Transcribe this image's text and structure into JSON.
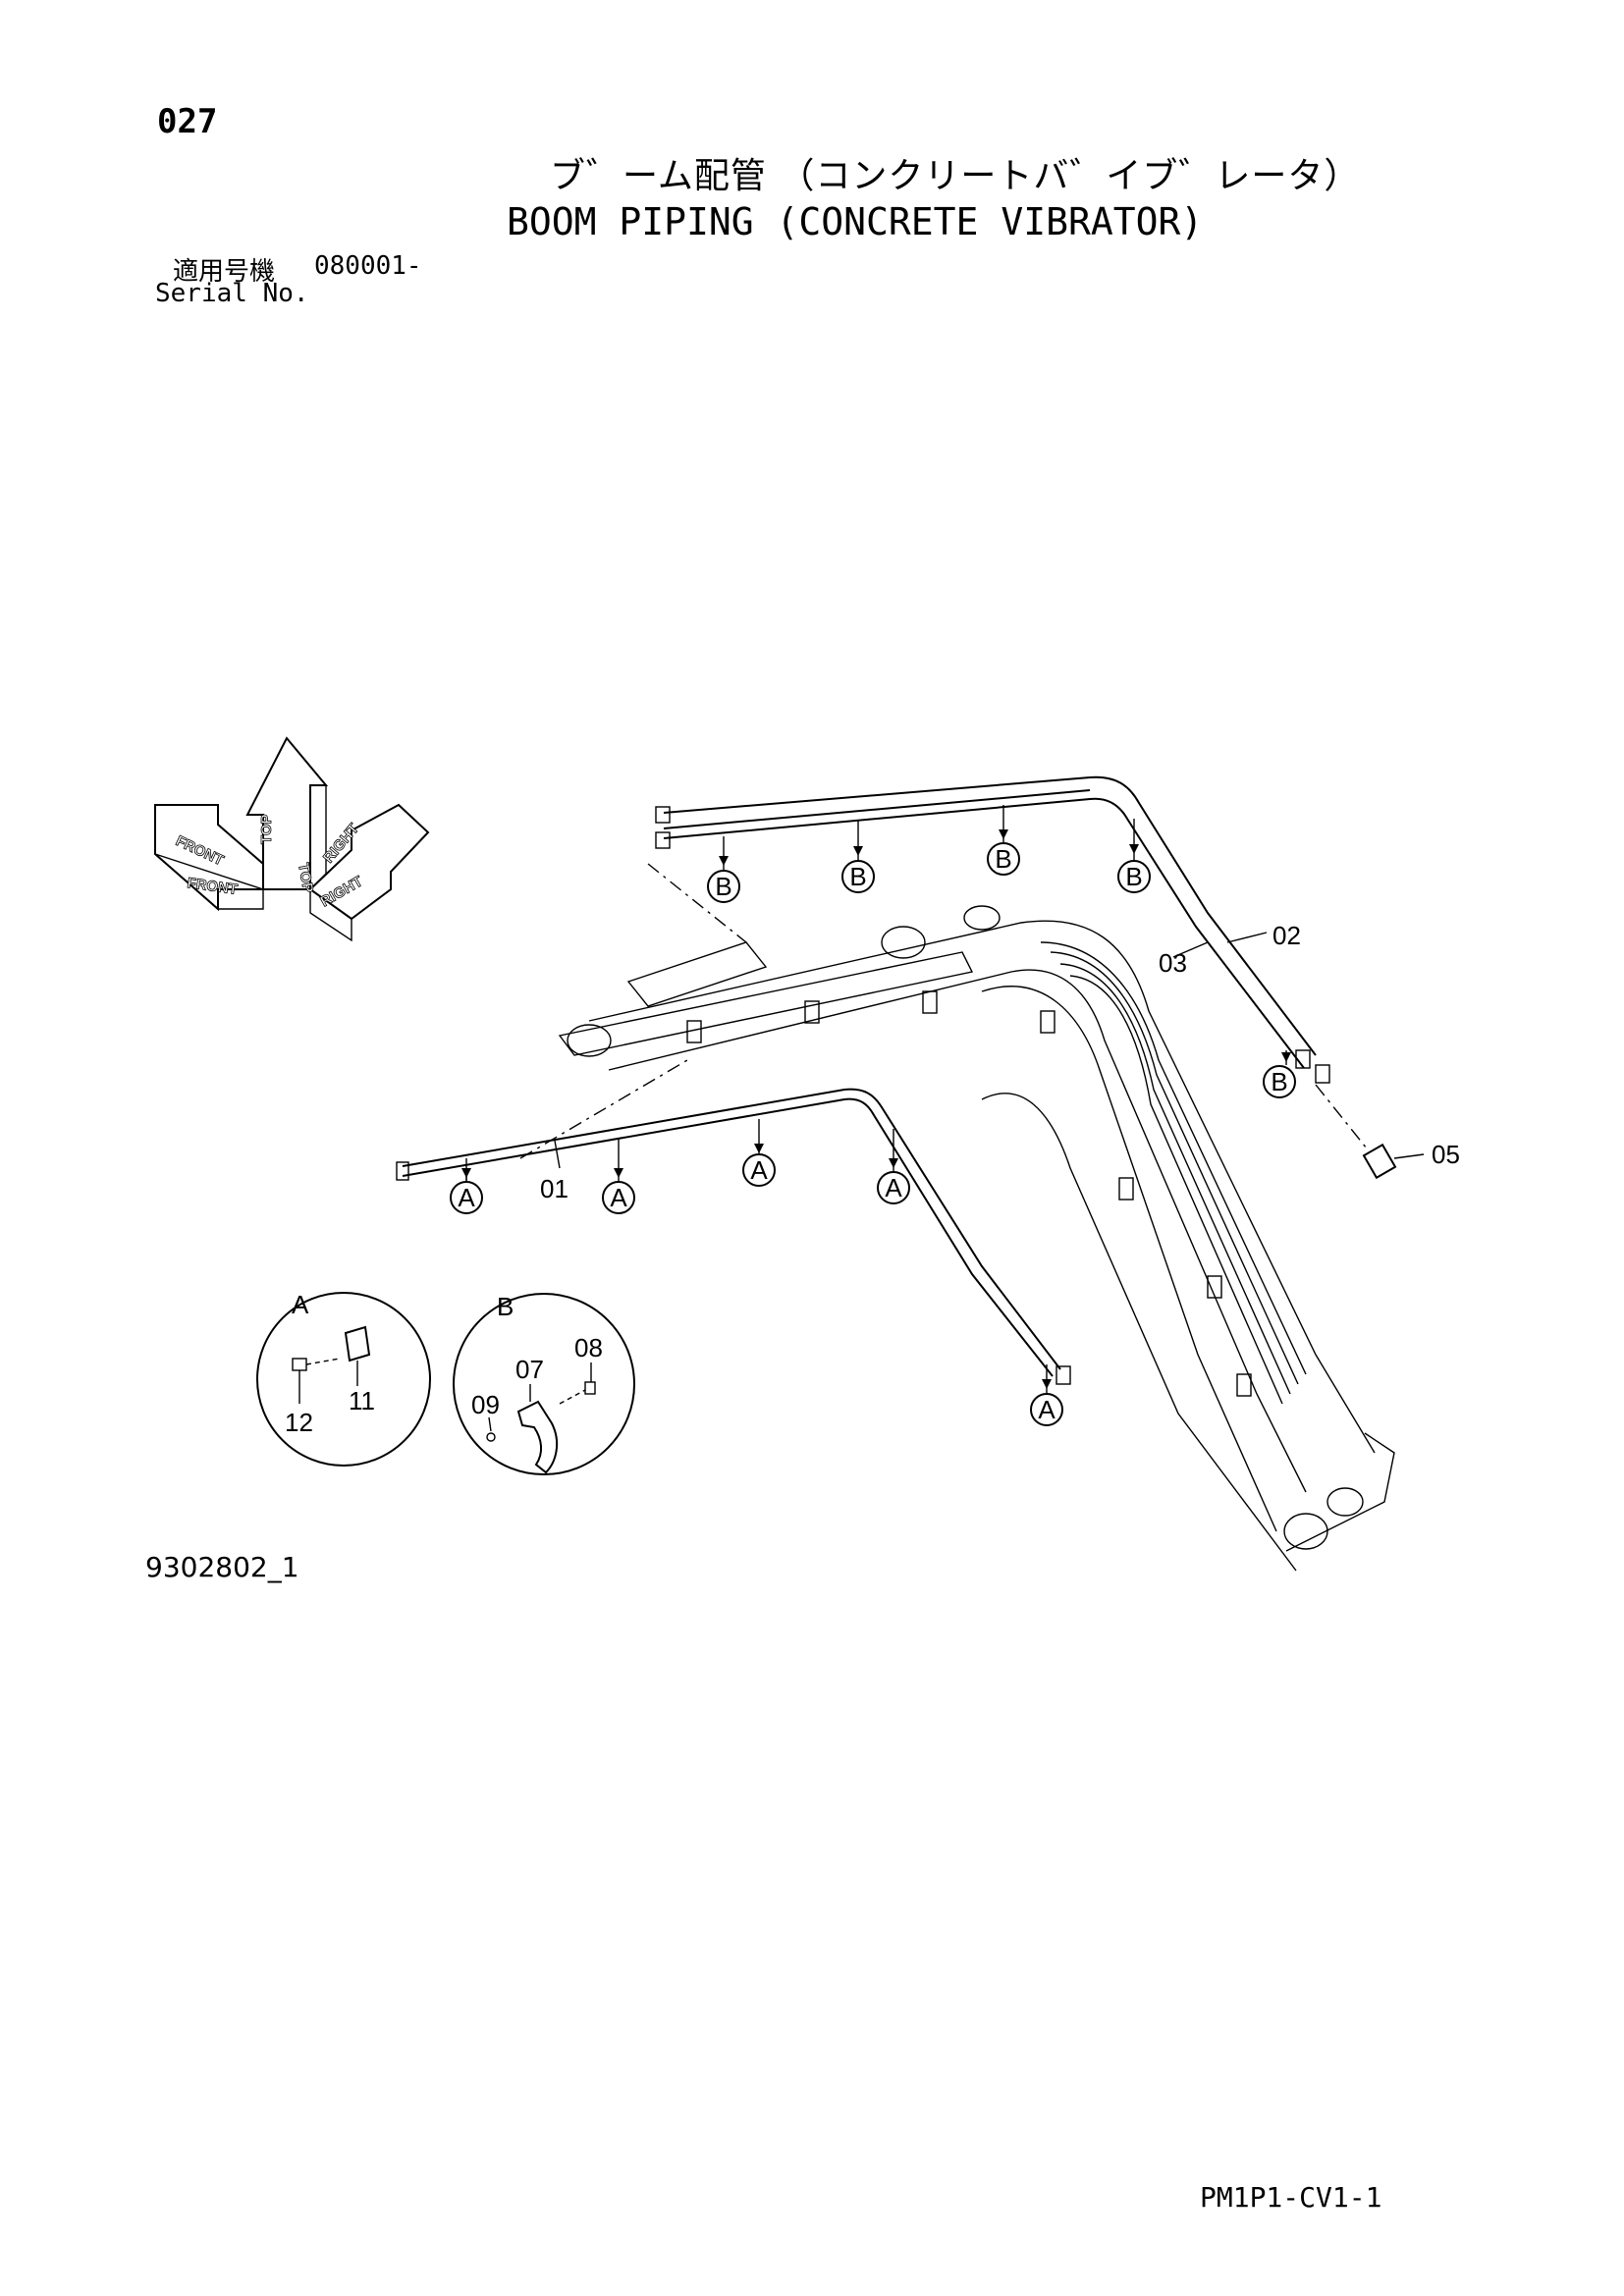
{
  "header": {
    "page_number": "027",
    "title_jp": "ブ゛ーム配管 （コンクリートバ゛イブ゛レータ）",
    "title_en": "BOOM PIPING (CONCRETE VIBRATOR)",
    "serial_label_jp": "適用号機",
    "serial_number": "080001-",
    "serial_label_en": "Serial No."
  },
  "orientation": {
    "front": "FRONT",
    "top": "TOP",
    "right": "RIGHT"
  },
  "callouts": {
    "part_01": "01",
    "part_02": "02",
    "part_03": "03",
    "part_05": "05",
    "part_07": "07",
    "part_08": "08",
    "part_09": "09",
    "part_11": "11",
    "part_12": "12",
    "ref_a": "A",
    "ref_b": "B",
    "detail_a": "A",
    "detail_b": "B"
  },
  "footer": {
    "drawing_id": "9302802_1",
    "page_code": "PM1P1-CV1-1"
  }
}
